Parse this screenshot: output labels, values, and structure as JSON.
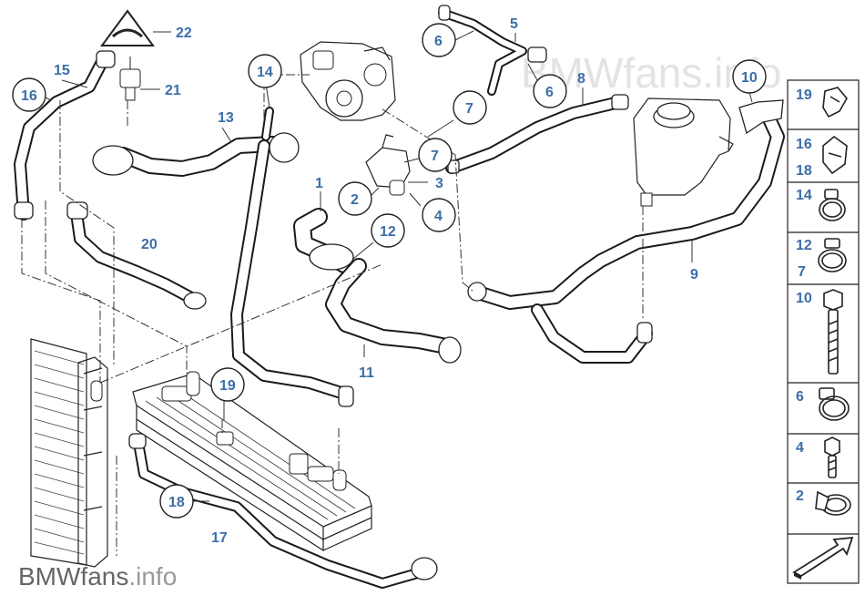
{
  "watermark": {
    "brand": "BMWfans",
    "suffix": ".info"
  },
  "footer": {
    "brand": "BMWfans",
    "suffix": ".info"
  },
  "callouts": {
    "c1": "1",
    "c2": "2",
    "c3": "3",
    "c4": "4",
    "c5": "5",
    "c6a": "6",
    "c6b": "6",
    "c7a": "7",
    "c7b": "7",
    "c8": "8",
    "c9": "9",
    "c10": "10",
    "c11": "11",
    "c12": "12",
    "c13": "13",
    "c14": "14",
    "c15": "15",
    "c16": "16",
    "c17": "17",
    "c18": "18",
    "c19": "19",
    "c20": "20",
    "c21": "21",
    "c22": "22"
  },
  "side_panel": {
    "items": [
      {
        "labels": [
          "19"
        ],
        "icon": "clip-icon"
      },
      {
        "labels": [
          "16",
          "18"
        ],
        "icon": "clip-icon"
      },
      {
        "labels": [
          "14"
        ],
        "icon": "hose-clamp-icon"
      },
      {
        "labels": [
          "12",
          "7"
        ],
        "icon": "hose-clamp-icon"
      },
      {
        "labels": [
          "10"
        ],
        "icon": "bolt-icon"
      },
      {
        "labels": [
          "6"
        ],
        "icon": "hose-clamp-icon"
      },
      {
        "labels": [
          "4"
        ],
        "icon": "screw-icon"
      },
      {
        "labels": [
          "2"
        ],
        "icon": "spring-clamp-icon"
      },
      {
        "labels": [],
        "icon": "arrow-icon"
      }
    ]
  }
}
